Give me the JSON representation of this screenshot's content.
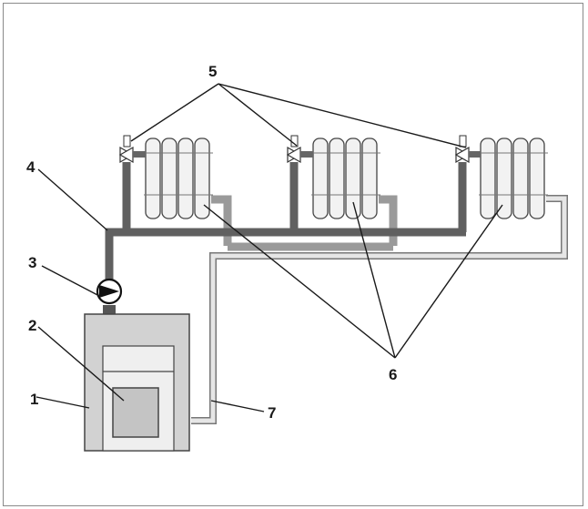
{
  "callouts": {
    "c1": "1",
    "c2": "2",
    "c3": "3",
    "c4": "4",
    "c5": "5",
    "c6": "6",
    "c7": "7"
  },
  "colors": {
    "supply_pipe": "#606060",
    "return_pipe": "#9a9a9a",
    "cold_return": "#e6e6e6",
    "boiler_body": "#d2d2d2",
    "boiler_window": "#c4c4c4"
  }
}
